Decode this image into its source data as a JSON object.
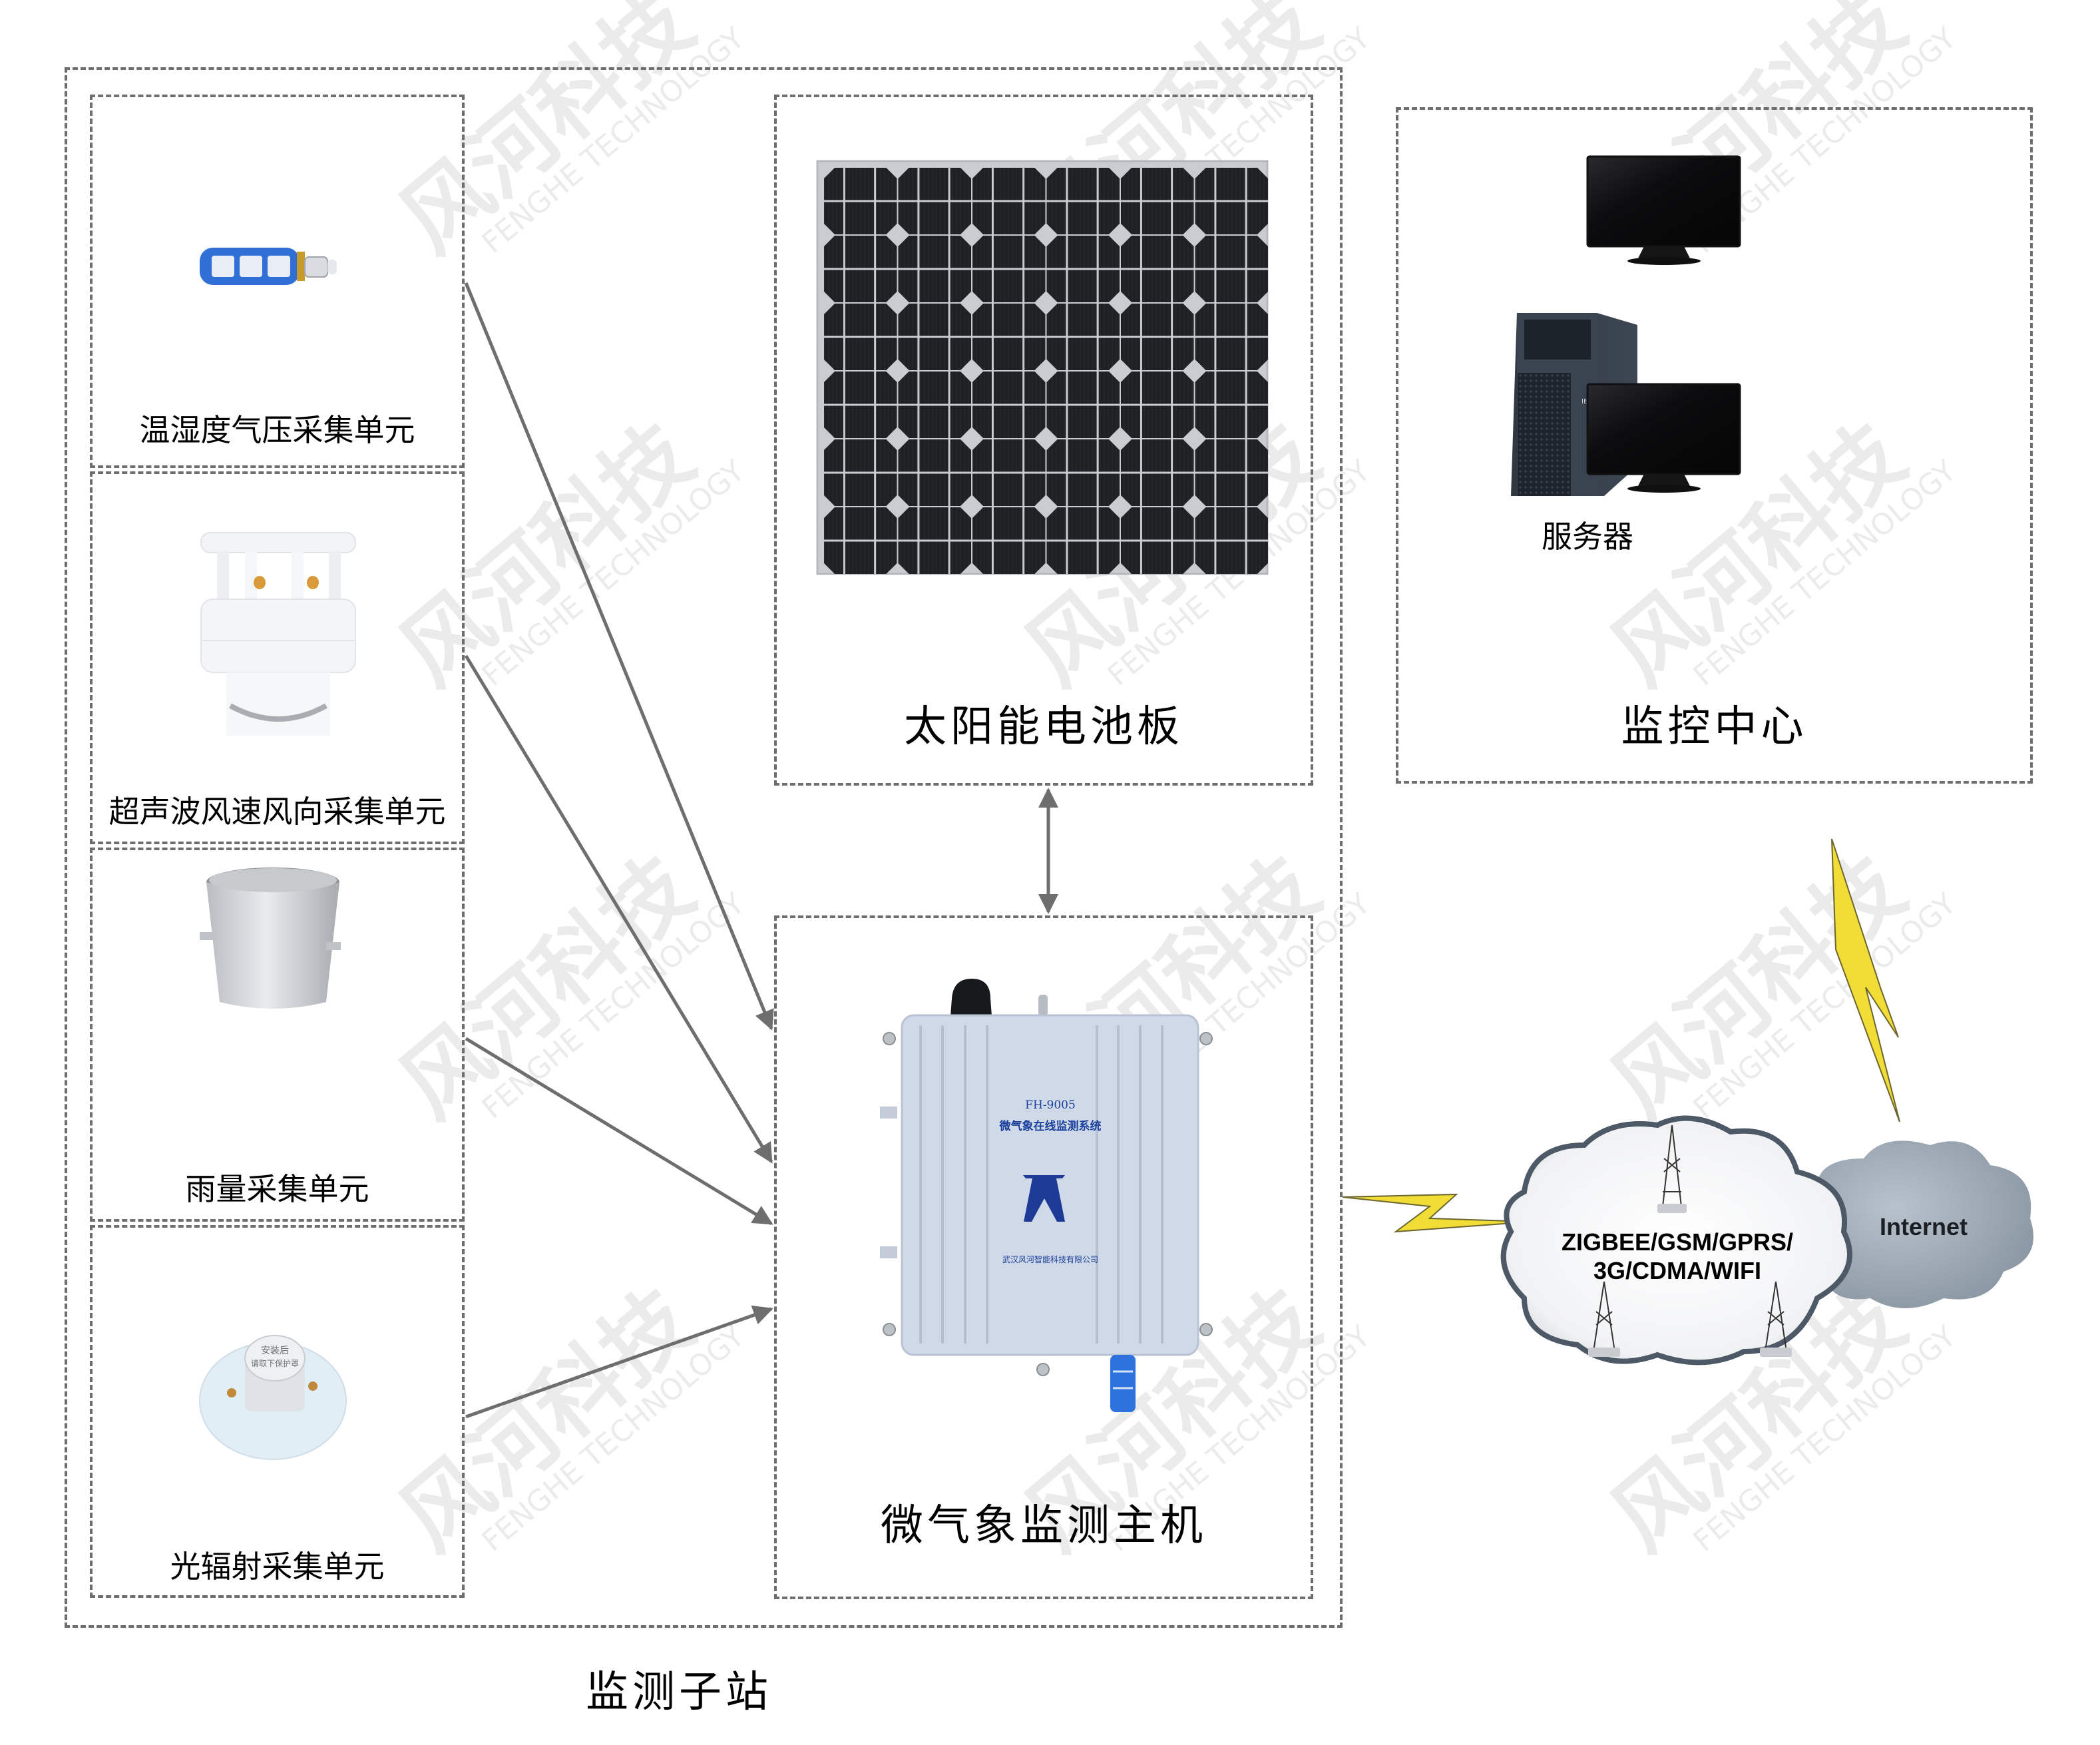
{
  "diagram": {
    "title": "微气象在线监测系统架构图",
    "colors": {
      "dashed_border": "#6e6e6e",
      "arrow": "#6e6e6e",
      "lightning": "#f2dd36",
      "solar_cell": "#1f2024",
      "enclosure": "#cdd8e8",
      "enclosure_text": "#1a3f9a",
      "cloud_light": "#f4f5f7",
      "cloud_dark": "#9aa6b3",
      "watermark": "#e6e6e6"
    }
  },
  "station": {
    "label": "监测子站",
    "sensors": [
      {
        "id": "thp",
        "label": "温湿度气压采集单元",
        "icon": "temp-humidity-pressure-sensor-icon"
      },
      {
        "id": "wind",
        "label": "超声波风速风向采集单元",
        "icon": "ultrasonic-wind-sensor-icon"
      },
      {
        "id": "rain",
        "label": "雨量采集单元",
        "icon": "rain-gauge-icon"
      },
      {
        "id": "light",
        "label": "光辐射采集单元",
        "icon": "light-radiation-sensor-icon"
      }
    ],
    "light_sensor_cap_text": [
      "安装后",
      "请取下保护罩"
    ],
    "solar": {
      "label": "太阳能电池板",
      "icon": "solar-panel-icon"
    },
    "host": {
      "label": "微气象监测主机",
      "icon": "monitoring-host-enclosure-icon",
      "model": "FH-9005",
      "system_name": "微气象在线监测系统",
      "company": "武汉风河智能科技有限公司"
    }
  },
  "network": {
    "wireless_label": "ZIGBEE/GSM/GPRS/ 3G/CDMA/WIFI",
    "wireless_lines": [
      "ZIGBEE/GSM/GPRS/",
      "3G/CDMA/WIFI"
    ],
    "internet_label": "Internet"
  },
  "center": {
    "label": "监控中心",
    "server_label": "服务器",
    "server_brand": "IBM"
  },
  "watermark": {
    "text_cn": "风河科技",
    "text_en": "FENGHE TECHNOLOGY"
  }
}
